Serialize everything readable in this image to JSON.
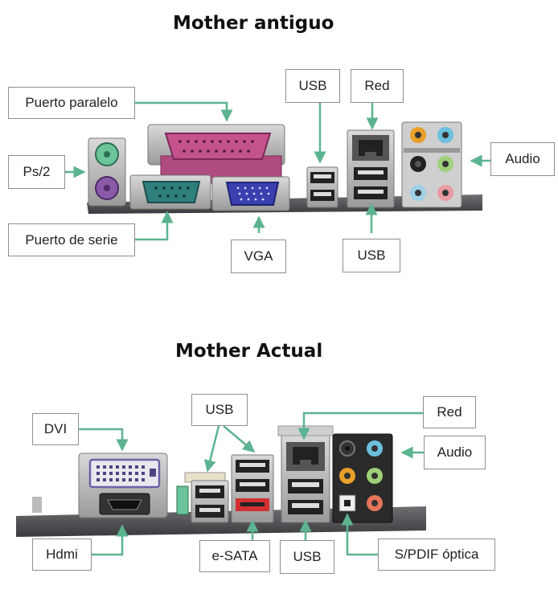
{
  "top": {
    "title": "Mother antiguo",
    "labels": {
      "parallel": "Puerto paralelo",
      "ps2": "Ps/2",
      "serial": "Puerto de serie",
      "vga": "VGA",
      "usb_top": "USB",
      "red": "Red",
      "usb_bottom": "USB",
      "audio": "Audio"
    }
  },
  "bottom": {
    "title": "Mother Actual",
    "labels": {
      "dvi": "DVI",
      "usb_top": "USB",
      "red": "Red",
      "audio": "Audio",
      "hdmi": "Hdmi",
      "esata": "e-SATA",
      "usb_bottom": "USB",
      "spdif": "S/PDIF óptica"
    }
  },
  "colors": {
    "arrow": "#5cb38f",
    "ps2_keyboard": "#8a5aa8",
    "ps2_mouse": "#6cc49a",
    "parallel": "#c4528d",
    "serial": "#2f7f7e",
    "vga": "#3a3fb0",
    "audio_blue": "#6cc0dd",
    "audio_green": "#9fd07a",
    "audio_pink": "#e89aa2",
    "audio_orange": "#e8a02a",
    "esata": "#d23030",
    "dvi": "#e8e8ee"
  }
}
